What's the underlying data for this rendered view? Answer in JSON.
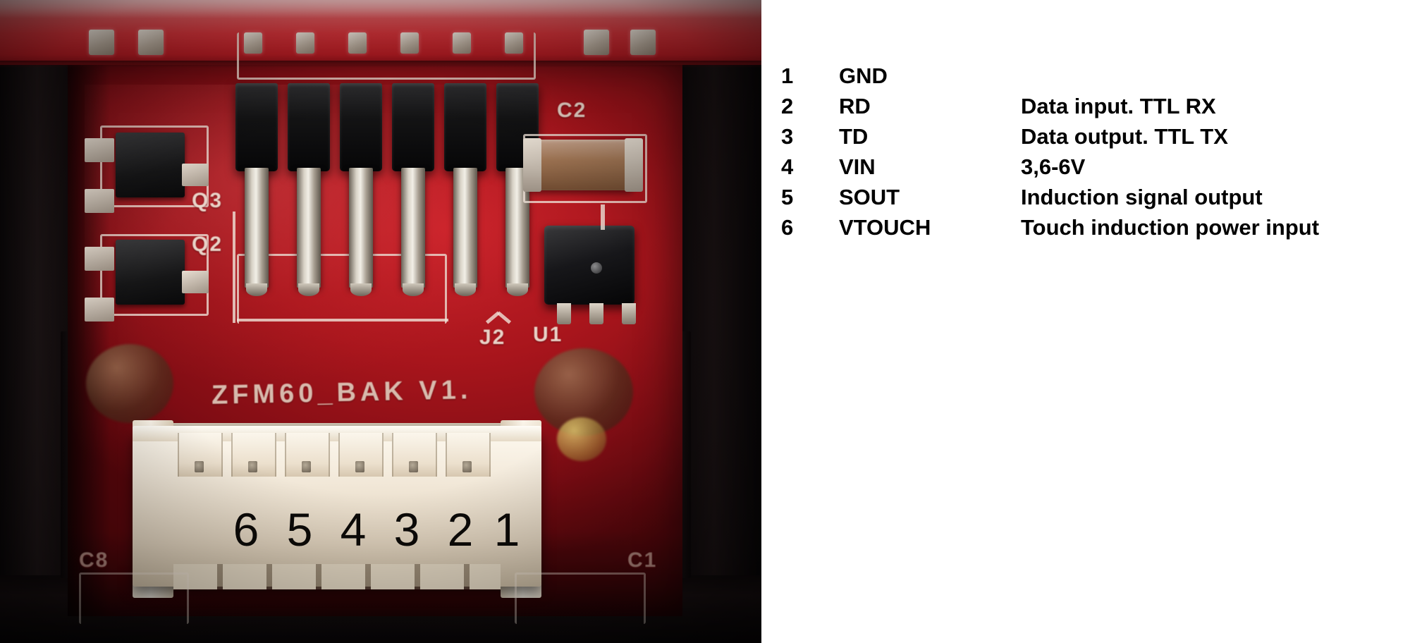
{
  "photo": {
    "board_silkscreen": {
      "board_id": "ZFM60_BAK V1.",
      "label_q3": "Q3",
      "label_q2": "Q2",
      "label_c2": "C2",
      "label_j2": "J2",
      "label_u1": "U1",
      "label_c8": "C8",
      "label_c1": "C1"
    },
    "connector_pin_numbers": [
      "6",
      "5",
      "4",
      "3",
      "2",
      "1"
    ],
    "colors": {
      "pcb_red": "#a8151c",
      "housing_black": "#120c0d",
      "connector_white": "#f1e7d7",
      "silkscreen_white": "#f6e9db"
    }
  },
  "pinout": {
    "rows": [
      {
        "num": "1",
        "name": "GND",
        "desc": ""
      },
      {
        "num": "2",
        "name": "RD",
        "desc": "Data input. TTL RX"
      },
      {
        "num": "3",
        "name": "TD",
        "desc": "Data output. TTL TX"
      },
      {
        "num": "4",
        "name": "VIN",
        "desc": "3,6-6V"
      },
      {
        "num": "5",
        "name": "SOUT",
        "desc": "Induction signal output"
      },
      {
        "num": "6",
        "name": "VTOUCH",
        "desc": "Touch induction power input"
      }
    ]
  }
}
